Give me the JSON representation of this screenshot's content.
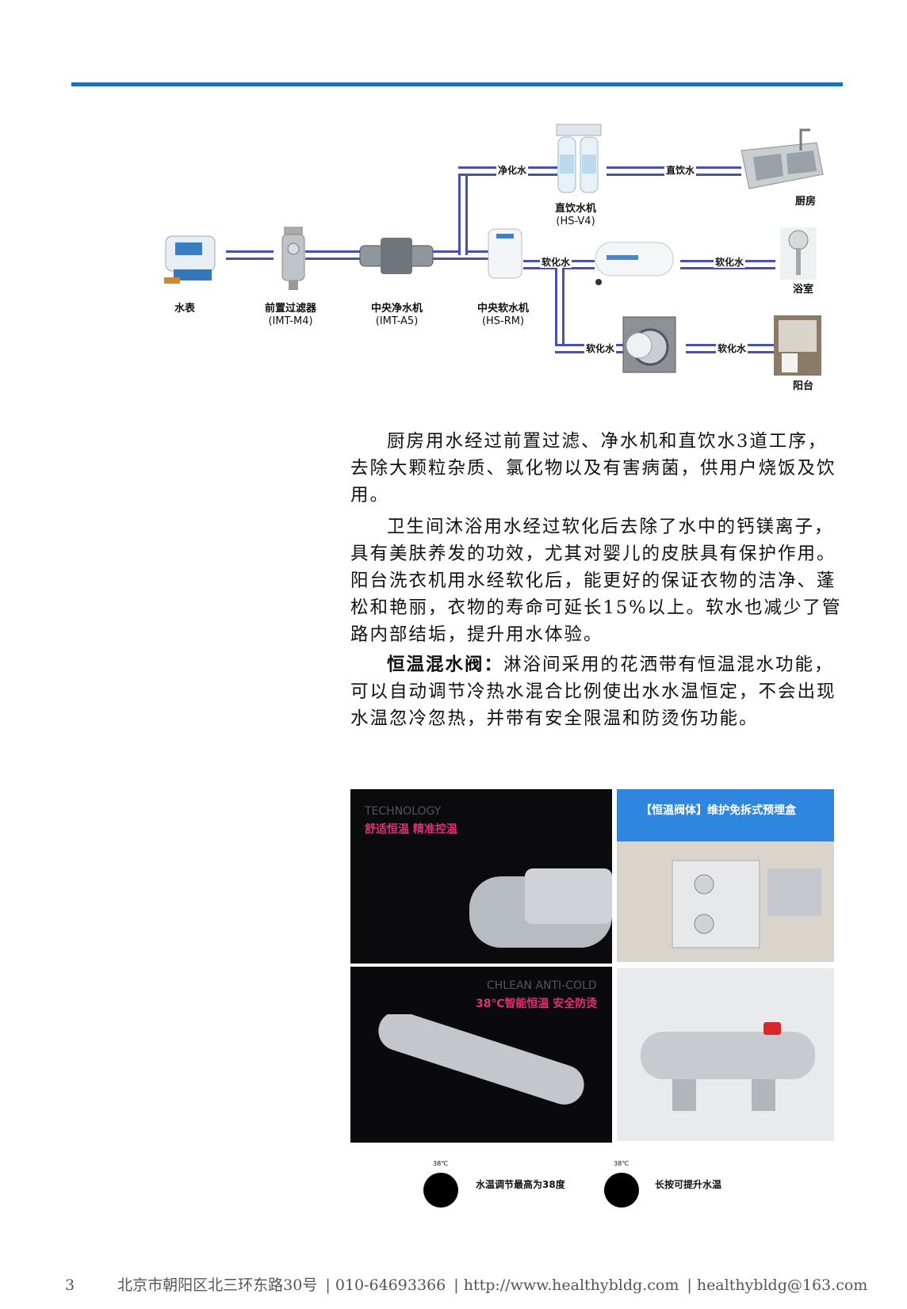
{
  "diagram": {
    "labels": {
      "meter": "水表",
      "prefilter": "前置过滤器",
      "prefilter_model": "(IMT-M4)",
      "central_purifier": "中央净水机",
      "central_purifier_model": "(IMT-A5)",
      "central_softener": "中央软水机",
      "central_softener_model": "(HS-RM)",
      "drinking_machine": "直饮水机",
      "drinking_machine_model": "(HS-V4)",
      "kitchen": "厨房",
      "bathroom": "浴室",
      "balcony": "阳台"
    },
    "pipe_tags": {
      "purified": "净化水",
      "drinking": "直饮水",
      "softened_1": "软化水",
      "softened_2": "软化水",
      "softened_3": "软化水",
      "softened_4": "软化水"
    }
  },
  "body": {
    "p1": "厨房用水经过前置过滤、净水机和直饮水3道工序，去除大颗粒杂质、氯化物以及有害病菌，供用户烧饭及饮用。",
    "p2": "卫生间沐浴用水经过软化后去除了水中的钙镁离子，具有美肤养发的功效，尤其对婴儿的皮肤具有保护作用。阳台洗衣机用水经软化后，能更好的保证衣物的洁净、蓬松和艳丽，衣物的寿命可延长15%以上。软水也减少了管路内部结垢，提升用水体验。",
    "p3_bold": "恒温混水阀：",
    "p3": "淋浴间采用的花洒带有恒温混水功能，可以自动调节冷热水混合比例使出水水温恒定，不会出现水温忽冷忽热，并带有安全限温和防烫伤功能。"
  },
  "photos": {
    "p1_en": "TECHNOLOGY",
    "p1_cn": "舒适恒温 精准控温",
    "p2_title": "【恒温阀体】维护免拆式预埋盒",
    "p3_en": "CHLEAN ANTI-COLD",
    "p3_cn": "38℃智能恒温 安全防烫",
    "dial1_temp": "38℃",
    "dial1_text": "水温调节最高为38度",
    "dial2_temp": "38℃",
    "dial2_text": "长按可提升水温"
  },
  "footer": {
    "page": "3",
    "address": "北京市朝阳区北三环东路30号",
    "phone": "010-64693366",
    "url": "http://www.healthybldg.com",
    "email": "healthybldg@163.com"
  },
  "colors": {
    "accent": "#1a6fbf",
    "pipe": "#4a4fb0"
  }
}
